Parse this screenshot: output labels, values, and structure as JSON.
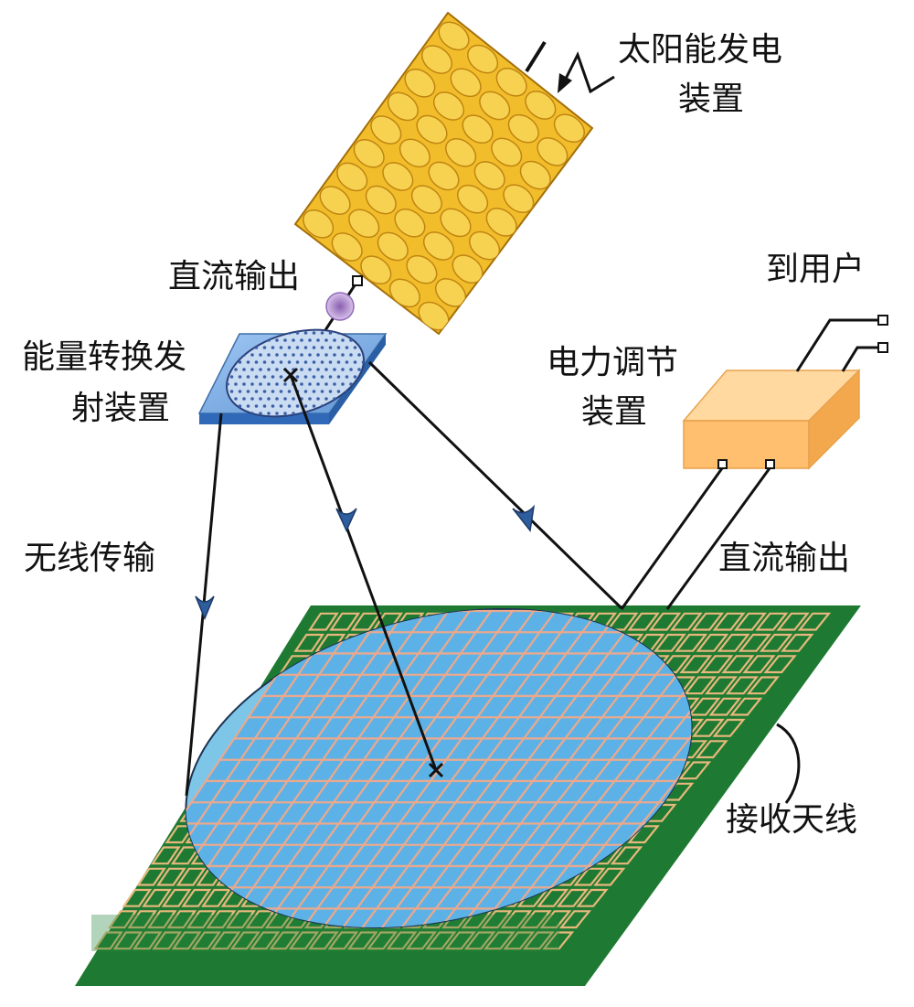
{
  "labels": {
    "solar_line1": "太阳能发电",
    "solar_line2": "装置",
    "dc_output_top": "直流输出",
    "emitter_line1": "能量转换发",
    "emitter_line2": "射装置",
    "to_user": "到用户",
    "regulator_line1": "电力调节",
    "regulator_line2": "装置",
    "wireless": "无线传输",
    "dc_output_right": "直流输出",
    "antenna": "接收天线"
  },
  "colors": {
    "solar_panel": "#f2bd2a",
    "solar_cell": "#f7d250",
    "antenna_board": "#1e7a32",
    "antenna_grid": "#e7b87c",
    "receive_zone": "#7ec6e8",
    "emitter_plate": "#6aa2e0",
    "emitter_disc": "#3d5fa8",
    "regulator_box": "#ffbf6e",
    "beam_marker": "#2f5e9e"
  }
}
